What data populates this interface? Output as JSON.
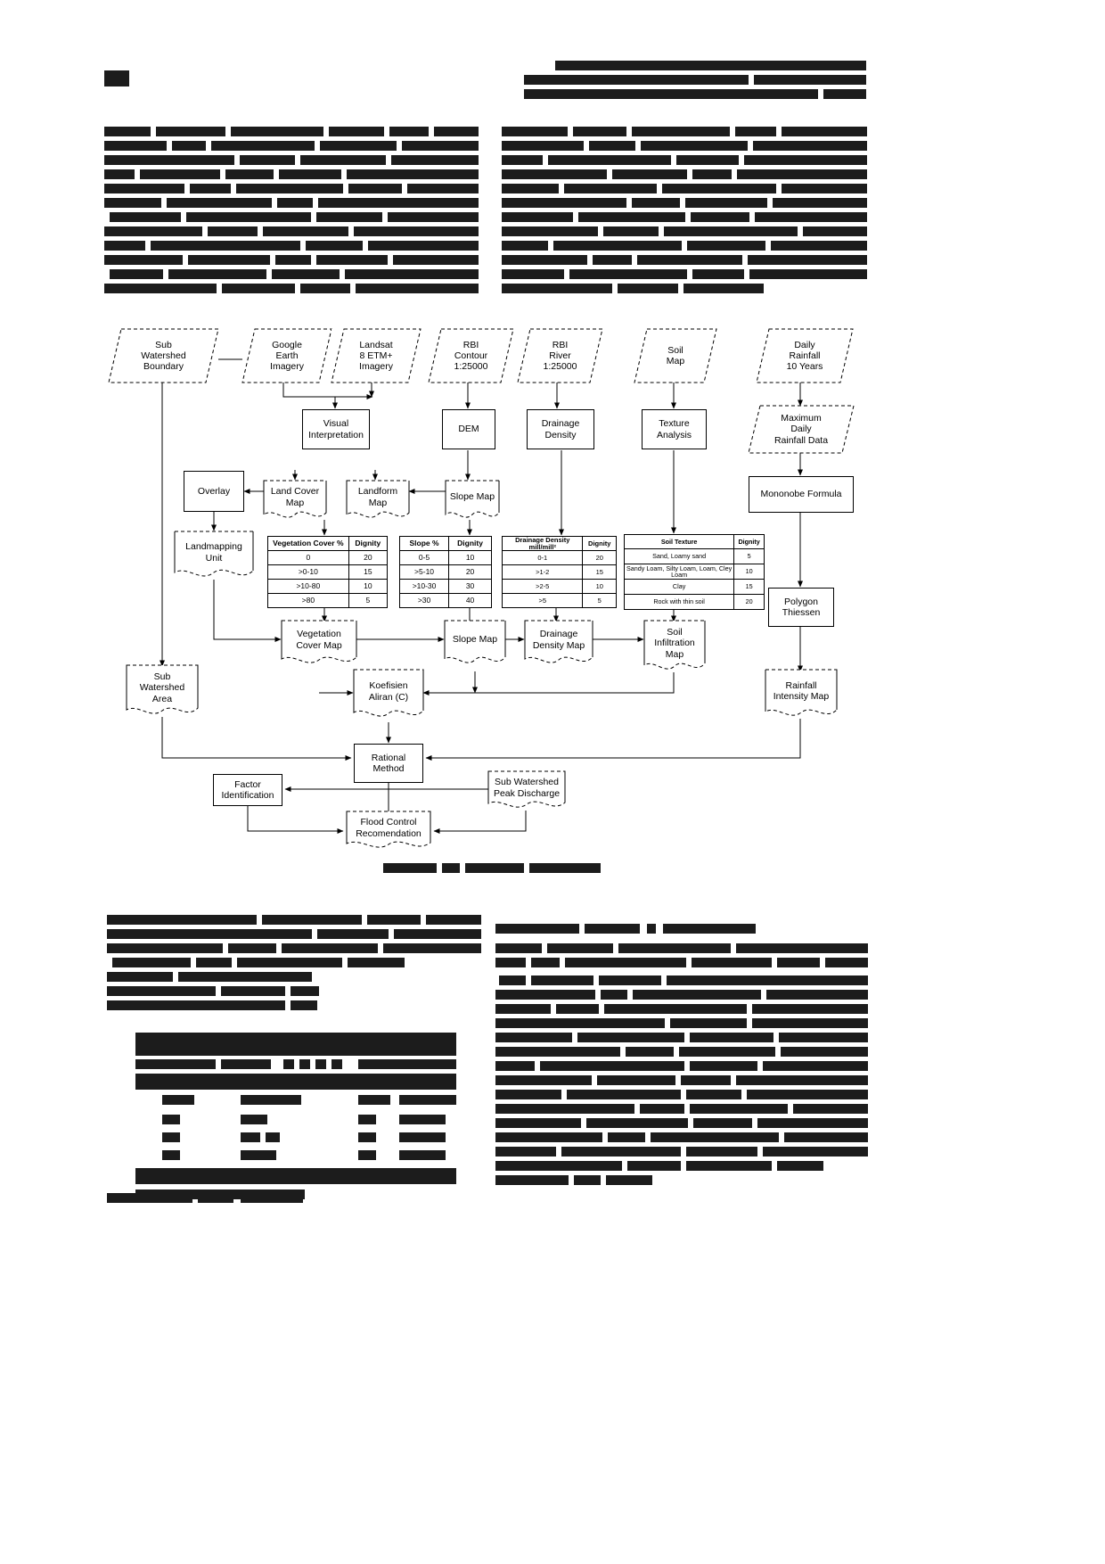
{
  "document": {
    "type": "scanned-journal-page",
    "redacted_body_text": true
  },
  "flowchart": {
    "title_caption_redacted": true,
    "nodes": [
      {
        "id": "sub-watershed-boundary",
        "label": "Sub\nWatershed\nBoundary",
        "shape": "parallelogram"
      },
      {
        "id": "google-earth-imagery",
        "label": "Google\nEarth\nImagery",
        "shape": "parallelogram"
      },
      {
        "id": "landsat-8-etm-imagery",
        "label": "Landsat\n8 ETM+\nImagery",
        "shape": "parallelogram"
      },
      {
        "id": "rbi-contour",
        "label": "RBI\nContour\n1:25000",
        "shape": "parallelogram"
      },
      {
        "id": "rbi-river",
        "label": "RBI\nRiver\n1:25000",
        "shape": "parallelogram"
      },
      {
        "id": "soil-map",
        "label": "Soil\nMap",
        "shape": "parallelogram"
      },
      {
        "id": "daily-rainfall-10-years",
        "label": "Daily\nRainfall\n10 Years",
        "shape": "parallelogram"
      },
      {
        "id": "visual-interpretation",
        "label": "Visual\nInterpretation",
        "shape": "rectangle"
      },
      {
        "id": "dem",
        "label": "DEM",
        "shape": "rectangle"
      },
      {
        "id": "drainage-density",
        "label": "Drainage\nDensity",
        "shape": "rectangle"
      },
      {
        "id": "texture-analysis",
        "label": "Texture\nAnalysis",
        "shape": "rectangle"
      },
      {
        "id": "maximum-daily-rainfall-data",
        "label": "Maximum\nDaily\nRainfall Data",
        "shape": "parallelogram"
      },
      {
        "id": "overlay",
        "label": "Overlay",
        "shape": "rectangle"
      },
      {
        "id": "land-cover-map",
        "label": "Land Cover\nMap",
        "shape": "document"
      },
      {
        "id": "landform-map",
        "label": "Landform\nMap",
        "shape": "document"
      },
      {
        "id": "slope-map-top",
        "label": "Slope Map",
        "shape": "document"
      },
      {
        "id": "mononobe-formula",
        "label": "Mononobe Formula",
        "shape": "rectangle"
      },
      {
        "id": "landmapping-unit",
        "label": "Landmapping\nUnit",
        "shape": "document"
      },
      {
        "id": "polygon-thiessen",
        "label": "Polygon\nThiessen",
        "shape": "rectangle"
      },
      {
        "id": "vegetation-cover-map",
        "label": "Vegetation\nCover Map",
        "shape": "document"
      },
      {
        "id": "slope-map-mid",
        "label": "Slope Map",
        "shape": "document"
      },
      {
        "id": "drainage-density-map",
        "label": "Drainage\nDensity Map",
        "shape": "document"
      },
      {
        "id": "soil-infiltration-map",
        "label": "Soil\nInfiltration\nMap",
        "shape": "document"
      },
      {
        "id": "sub-watershed-area",
        "label": "Sub\nWatershed\nArea",
        "shape": "document"
      },
      {
        "id": "koefisien-aliran",
        "label": "Koefisien\nAliran (C)",
        "shape": "document"
      },
      {
        "id": "rainfall-intensity-map",
        "label": "Rainfall\nIntensity Map",
        "shape": "document"
      },
      {
        "id": "rational-method",
        "label": "Rational\nMethod",
        "shape": "rectangle"
      },
      {
        "id": "factor-identification",
        "label": "Factor\nIdentification",
        "shape": "rectangle"
      },
      {
        "id": "sub-watershed-peak-discharge",
        "label": "Sub Watershed\nPeak Discharge",
        "shape": "document"
      },
      {
        "id": "flood-control-recomendation",
        "label": "Flood Control\nRecomendation",
        "shape": "document"
      }
    ],
    "tables": [
      {
        "id": "vegetation-cover-table",
        "headers": [
          "Vegetation Cover %",
          "Dignity"
        ],
        "rows": [
          [
            "0",
            "20"
          ],
          [
            ">0-10",
            "15"
          ],
          [
            ">10-80",
            "10"
          ],
          [
            ">80",
            "5"
          ]
        ]
      },
      {
        "id": "slope-table",
        "headers": [
          "Slope %",
          "Dignity"
        ],
        "rows": [
          [
            "0-5",
            "10"
          ],
          [
            ">5-10",
            "20"
          ],
          [
            ">10-30",
            "30"
          ],
          [
            ">30",
            "40"
          ]
        ]
      },
      {
        "id": "drainage-density-table",
        "headers": [
          "Drainage Density mill/mill²",
          "Dignity"
        ],
        "rows": [
          [
            "0-1",
            "20"
          ],
          [
            ">1-2",
            "15"
          ],
          [
            ">2-5",
            "10"
          ],
          [
            ">5",
            "5"
          ]
        ]
      },
      {
        "id": "soil-texture-table",
        "headers": [
          "Soil Texture",
          "Dignity"
        ],
        "rows": [
          [
            "Sand, Loamy sand",
            "5"
          ],
          [
            "Sandy Loam, Silty Loam, Loam, Cley Loam",
            "10"
          ],
          [
            "Clay",
            "15"
          ],
          [
            "Rock with thin soil",
            "20"
          ]
        ]
      }
    ]
  },
  "colors": {
    "ink": "#000000",
    "redaction": "#1c1c1c",
    "page": "#ffffff"
  }
}
